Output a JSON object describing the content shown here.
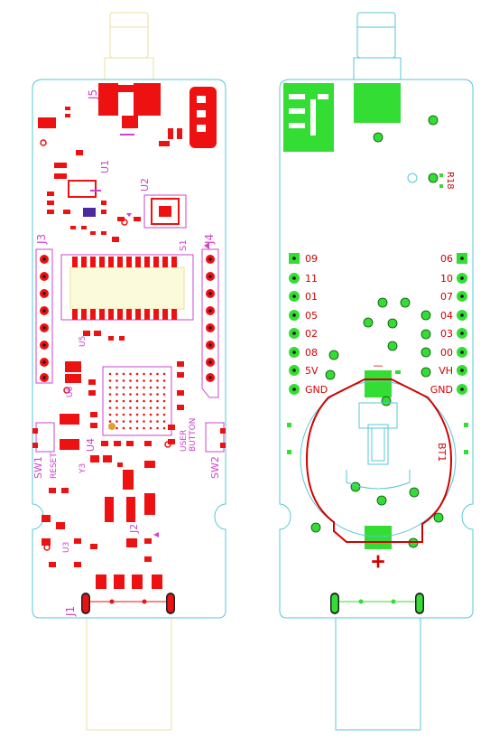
{
  "colors": {
    "outline": "#55c8d6",
    "copper_top": "#ee1111",
    "copper_bottom": "#33dd33",
    "silk_top": "#cc44cc",
    "silk_bottom": "#d40000",
    "connector": "#e8e0a0"
  },
  "top_board": {
    "connectors": {
      "j5": "J5",
      "j3": "J3",
      "j4": "J4",
      "j1": "J1",
      "j2": "J2"
    },
    "ics": {
      "u1": "U1",
      "u2": "U2",
      "u3": "U3",
      "u4": "U4",
      "u5": "U5",
      "u6": "U6",
      "s1": "S1",
      "y3": "Y3"
    },
    "switches": {
      "sw1": "SW1",
      "sw1_caption": "RESET",
      "sw2": "SW2",
      "sw2_caption_line1": "USER",
      "sw2_caption_line2": "BUTTON"
    }
  },
  "bottom_board": {
    "left_pins": [
      "09",
      "11",
      "01",
      "05",
      "02",
      "08",
      "5V",
      "GND"
    ],
    "right_pins": [
      "06",
      "10",
      "07",
      "04",
      "03",
      "00",
      "VH",
      "GND"
    ],
    "battery_label": "BT1",
    "resistor_label": "R18",
    "minus_sign": "—",
    "plus_sign": "+"
  }
}
